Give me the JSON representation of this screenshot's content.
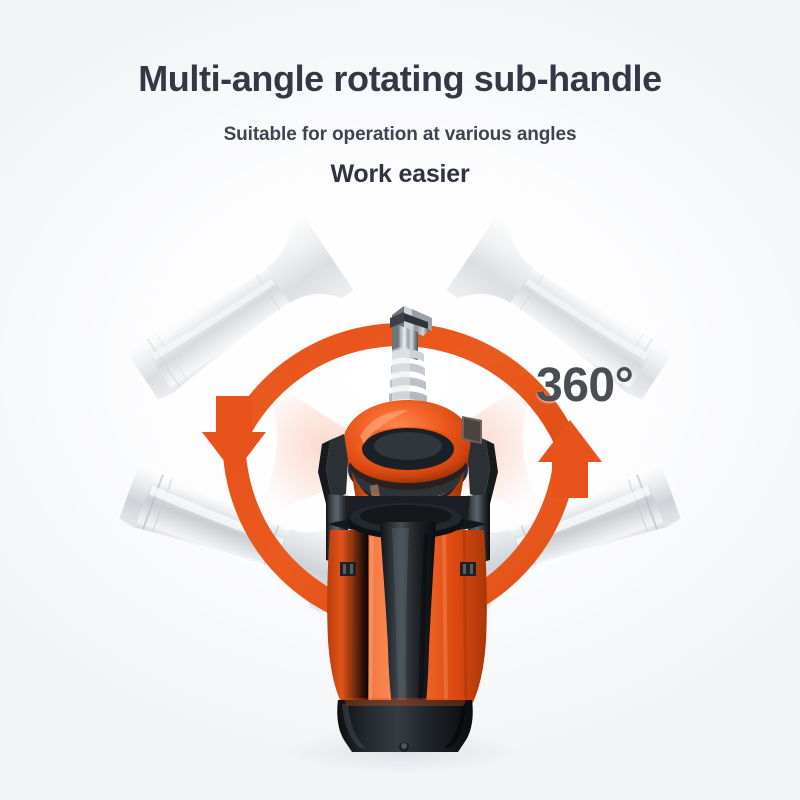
{
  "poster": {
    "background_color": "#f5f7f9",
    "accent_color": "#e8531c",
    "accent_dark": "#c9410f",
    "text_color": "#343845",
    "body_orange": "#ee5a24",
    "body_black": "#22262b"
  },
  "text": {
    "headline": "Multi-angle rotating sub-handle",
    "subline": "Suitable for operation at various angles",
    "tagline": "Work easier"
  },
  "annotation": {
    "rotation_label": "360°",
    "arc_color": "#e8531c",
    "arrow_down_name": "counter-clockwise arrow",
    "arrow_up_name": "clockwise arrow"
  },
  "product": {
    "name": "cordless rotary hammer drill",
    "bit_name": "sds-drill-bit",
    "collar_name": "rotating-collar",
    "handle_name": "auxiliary-side-handle",
    "battery_name": "battery-pack"
  },
  "ghost_handles": [
    {
      "position": "upper-left",
      "angle_deg": -34,
      "opacity": 0.55
    },
    {
      "position": "lower-left",
      "angle_deg": 20,
      "opacity": 0.72
    },
    {
      "position": "upper-right",
      "angle_deg": 34,
      "opacity": 0.55
    },
    {
      "position": "lower-right",
      "angle_deg": -20,
      "opacity": 0.72
    }
  ]
}
